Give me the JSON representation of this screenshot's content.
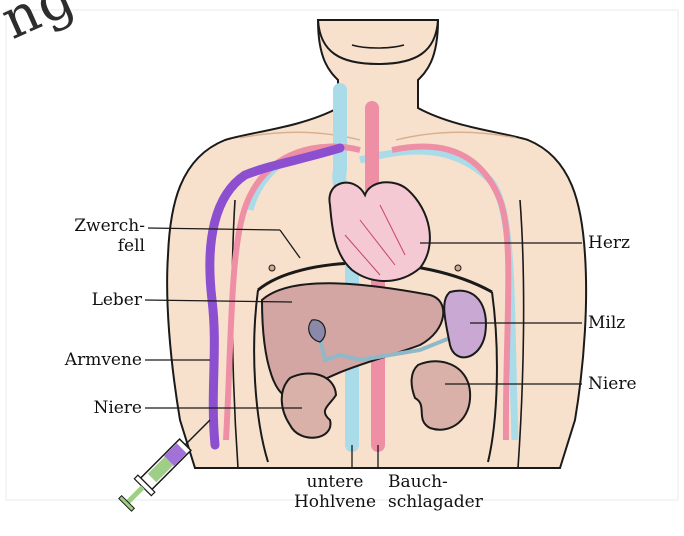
{
  "watermark": "ng ver",
  "labels": {
    "zwerchfell_1": "Zwerch-",
    "zwerchfell_2": "fell",
    "leber": "Leber",
    "armvene": "Armvene",
    "niere_left": "Niere",
    "herz": "Herz",
    "milz": "Milz",
    "niere_right": "Niere",
    "hohlvene_1": "untere",
    "hohlvene_2": "Hohlvene",
    "aorta_1": "Bauch-",
    "aorta_2": "schlagader"
  },
  "colors": {
    "skin": "#f7e1cc",
    "outline": "#1a1a1a",
    "vein_blue": "#a9dbe9",
    "artery_red": "#ef8fa6",
    "arm_vein_purple": "#8b4fd0",
    "liver": "#d3a6a4",
    "kidney": "#d9b1a8",
    "heart": "#f5c9d3",
    "spleen": "#c9a8d3",
    "syringe_green": "#9fcf87"
  }
}
